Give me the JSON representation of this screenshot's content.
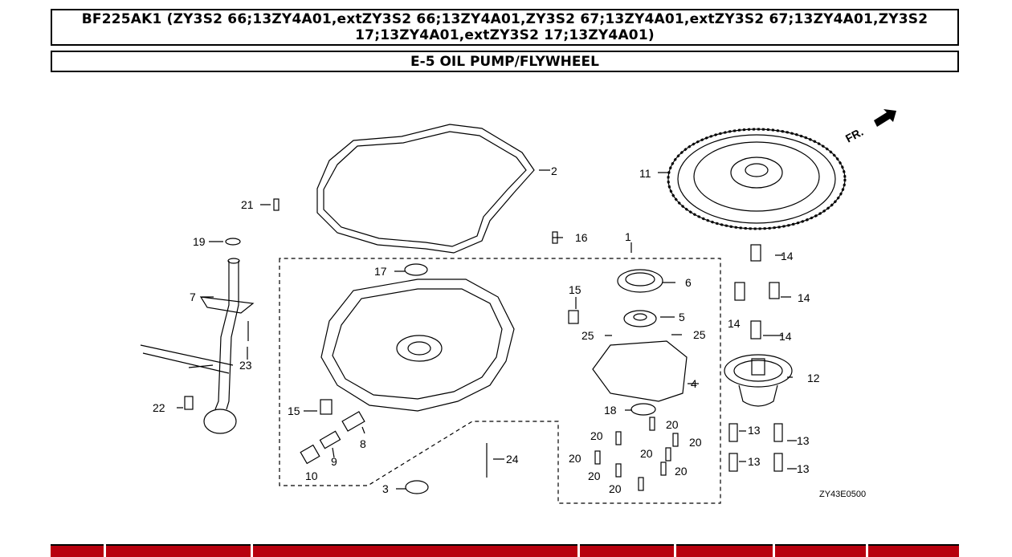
{
  "header": {
    "model_title": "BF225AK1 (ZY3S2 66;13ZY4A01,extZY3S2 66;13ZY4A01,ZY3S2 67;13ZY4A01,extZY3S2 67;13ZY4A01,ZY3S2 17;13ZY4A01,extZY3S2 17;13ZY4A01)",
    "section_title": "E-5 OIL PUMP/FLYWHEEL"
  },
  "diagram": {
    "direction_label": "FR.",
    "drawing_code": "ZY43E0500",
    "callouts": [
      "1",
      "2",
      "3",
      "4",
      "5",
      "6",
      "7",
      "8",
      "9",
      "10",
      "11",
      "12",
      "13",
      "14",
      "15",
      "16",
      "17",
      "18",
      "19",
      "20",
      "21",
      "22",
      "23",
      "24",
      "25"
    ]
  },
  "colors": {
    "table_header": "#b8000e",
    "line": "#000000"
  }
}
